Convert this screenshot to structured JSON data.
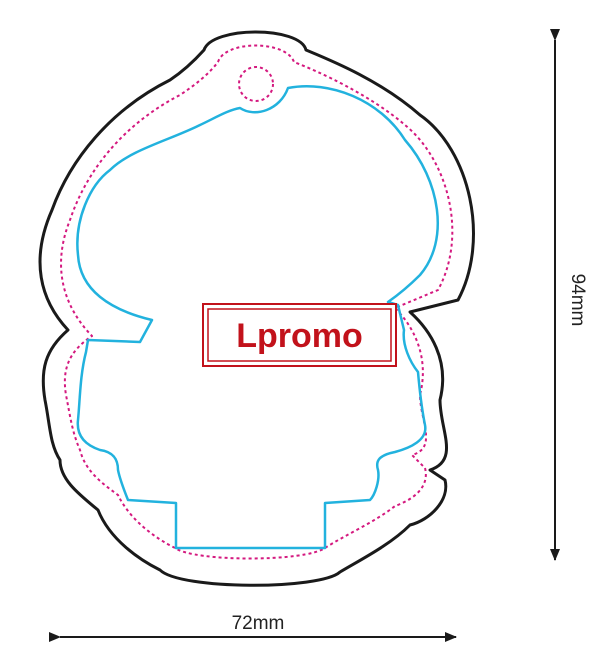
{
  "logo": {
    "text": "Lpromo"
  },
  "dimensions": {
    "width_label": "72mm",
    "height_label": "94mm"
  },
  "colors": {
    "cut_line": "#1a1a1a",
    "bleed_line": "#d4197f",
    "safe_line": "#22b2de",
    "logo_red": "#c2121b"
  }
}
